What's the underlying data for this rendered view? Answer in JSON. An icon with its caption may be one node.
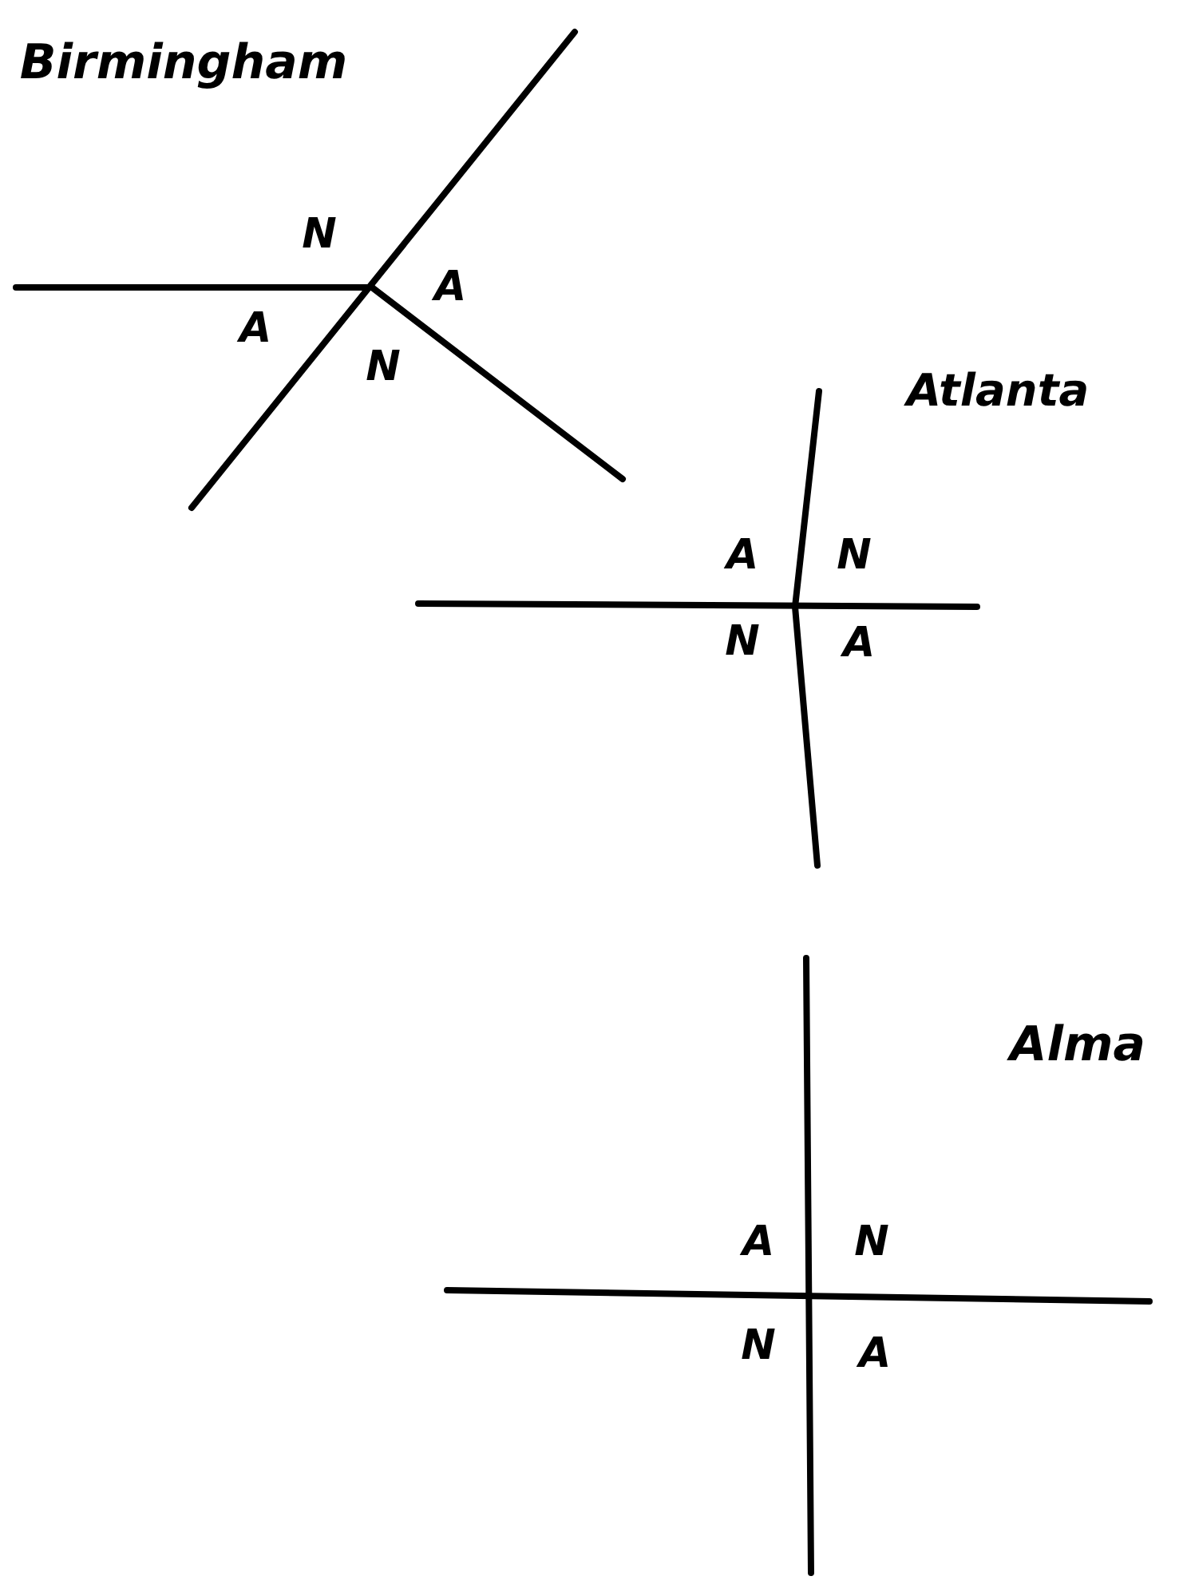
{
  "diagram": {
    "labels": [
      "Birmingham",
      "N",
      "A",
      "A",
      "N",
      "Atlanta",
      "A",
      "N",
      "N",
      "A",
      "Alma",
      "A",
      "N",
      "N",
      "A"
    ]
  }
}
